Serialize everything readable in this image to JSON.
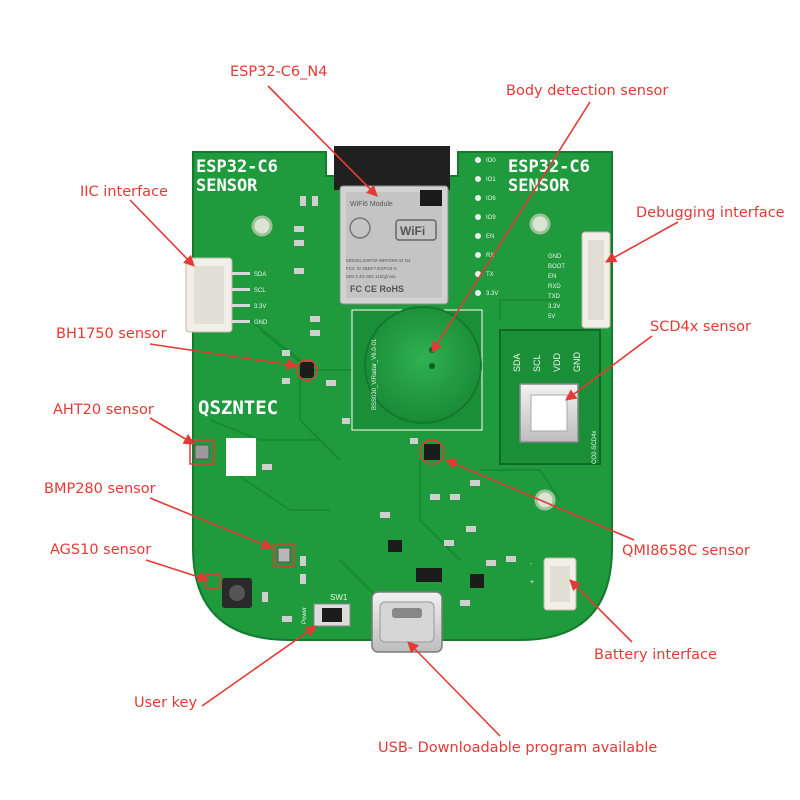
{
  "colors": {
    "accent": "#e53935",
    "pcb": "#1f9a3c",
    "pcb_dark": "#147a2d",
    "silkscreen": "#ffffff"
  },
  "board": {
    "silkscreen_title_left": [
      "ESP32-C6",
      "SENSOR"
    ],
    "silkscreen_title_right": [
      "ESP32-C6",
      "SENSOR"
    ],
    "brand": "QSZNTEC",
    "module": {
      "label_top": "WiFi6 Module",
      "wifi_badge": "WiFi",
      "model_line": "MODEL:ESP32-WROOM-32 N4",
      "fcc_line": "FCC ID 2BEF7-ESPC6-X",
      "ism_line": "ISM 2.4G 802.11b/g/n/ax",
      "cert_line": "FC CE RoHS"
    },
    "iic_pins": [
      "SDA",
      "SCL",
      "3.3V",
      "GND"
    ],
    "debug_pins": [
      "GND",
      "BOOT",
      "EN",
      "RXD",
      "TXD",
      "3.3V",
      "5V"
    ],
    "header_pins": [
      "IO0",
      "IO1",
      "IO6",
      "IO9",
      "EN",
      "RX",
      "TX",
      "3.3V"
    ],
    "scd_pins": [
      "SDA",
      "SCL",
      "VDD",
      "GND"
    ],
    "scd_module_label": "CO2-SCD4x",
    "radar_label": "BSS030_ViRadar_V6.0-01",
    "switch_label": "SW1",
    "power_label": "Power"
  },
  "callouts": [
    {
      "id": "esp32",
      "text": "ESP32-C6_N4"
    },
    {
      "id": "body",
      "text": "Body detection sensor"
    },
    {
      "id": "iic",
      "text": "IIC interface"
    },
    {
      "id": "debug",
      "text": "Debugging interface"
    },
    {
      "id": "bh1750",
      "text": "BH1750 sensor"
    },
    {
      "id": "scd4x",
      "text": "SCD4x  sensor"
    },
    {
      "id": "aht20",
      "text": "AHT20 sensor"
    },
    {
      "id": "bmp280",
      "text": "BMP280 sensor"
    },
    {
      "id": "qmi8658c",
      "text": "QMI8658C  sensor"
    },
    {
      "id": "ags10",
      "text": "AGS10 sensor"
    },
    {
      "id": "battery",
      "text": "Battery interface"
    },
    {
      "id": "userkey",
      "text": "User key"
    },
    {
      "id": "usb",
      "text": "USB- Downloadable program available"
    }
  ]
}
